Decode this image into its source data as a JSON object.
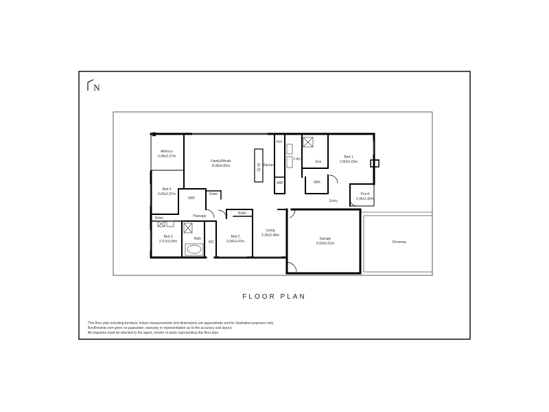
{
  "title": "FLOOR PLAN",
  "north_label": "N",
  "rooms": {
    "alfresco": {
      "name": "Alfresco",
      "dim": "3.08x3.27m"
    },
    "family": {
      "name": "Family/Meals",
      "dim": "8.08x4.82m"
    },
    "kitchen": {
      "name": "Kitchen"
    },
    "ref": {
      "name": "Ref"
    },
    "wip": {
      "name": "WIP"
    },
    "ldry": {
      "name": "L'dry"
    },
    "ens": {
      "name": "Ens"
    },
    "wir1": {
      "name": "WIR"
    },
    "bed1": {
      "name": "Bed 1",
      "dim": "3.80x4.15m"
    },
    "porch": {
      "name": "Porch",
      "dim": "2.45x1.60m"
    },
    "entry": {
      "name": "Entry"
    },
    "bed4": {
      "name": "Bed 4",
      "dim": "3.60x2.97m"
    },
    "wir4": {
      "name": "WIR"
    },
    "robe1": {
      "name": "Robe"
    },
    "passage": {
      "name": "Passage"
    },
    "robe2": {
      "name": "Robe"
    },
    "robe3": {
      "name": "Robe"
    },
    "bed3": {
      "name": "Bed 3",
      "dim": "2.97x3.04m"
    },
    "bath": {
      "name": "Bath"
    },
    "wc": {
      "name": "WC"
    },
    "bed2": {
      "name": "Bed 2",
      "dim": "3.04x3.47m"
    },
    "living": {
      "name": "Living",
      "dim": "3.35x3.98m"
    },
    "garage": {
      "name": "Garage",
      "dim": "6.00x5.51m"
    },
    "driveway": {
      "name": "Driveway"
    }
  },
  "disclaimer": [
    "This floor plan including furniture, fixture measurements and dimensions are approximate and for illustrative purposes only.",
    "BoxBrownie.com gives no guarantee, warranty or representation as to the accuracy and layout.",
    "All enquiries must be directed to the agent, vendor or party representing this floor plan."
  ]
}
